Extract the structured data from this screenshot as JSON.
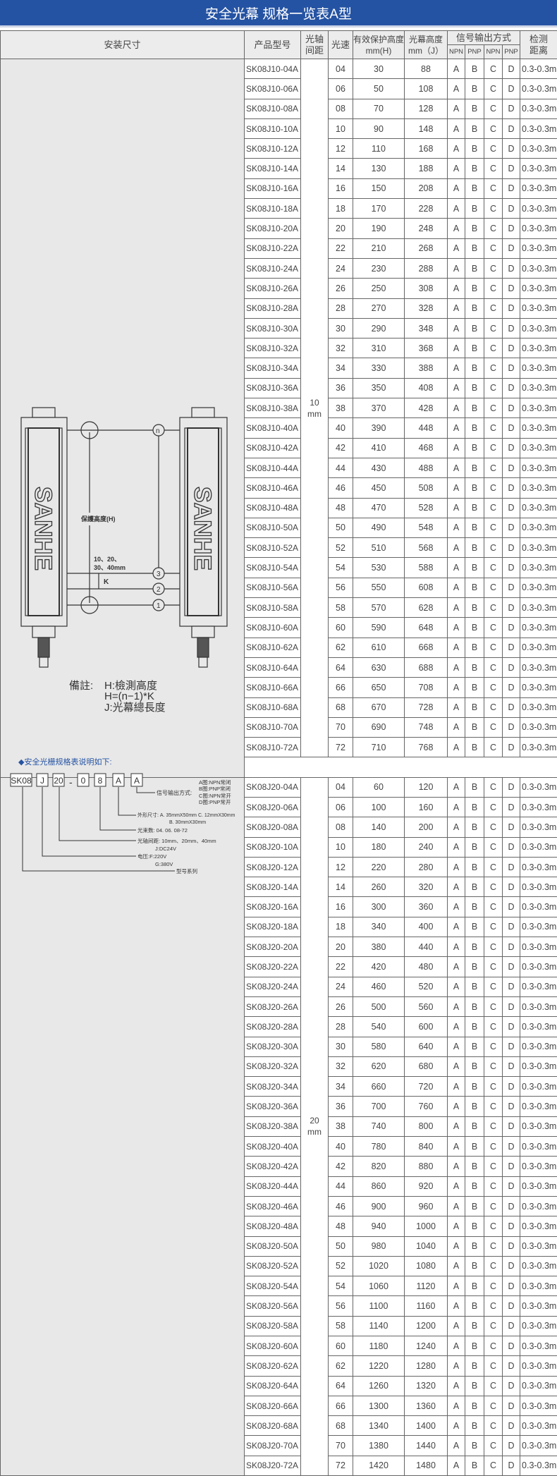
{
  "title": "安全光幕 规格一览表A型",
  "headers": {
    "mount": "安装尺寸",
    "model": "产品型号",
    "pitch": "光轴间距",
    "beams": "光速",
    "height_h": "有效保护高度mm(H)",
    "height_j": "光幕高度mm（J）",
    "output": "信号输出方式",
    "npn": "NPN",
    "pnp": "PNP",
    "distance": "检测距离"
  },
  "outputs": [
    "A",
    "B",
    "C",
    "D"
  ],
  "range": "0.3-0.3m",
  "sections": [
    {
      "pitch": "10 mm",
      "rows": [
        [
          "SK08J10-04A",
          "04",
          "30",
          "88"
        ],
        [
          "SK08J10-06A",
          "06",
          "50",
          "108"
        ],
        [
          "SK08J10-08A",
          "08",
          "70",
          "128"
        ],
        [
          "SK08J10-10A",
          "10",
          "90",
          "148"
        ],
        [
          "SK08J10-12A",
          "12",
          "110",
          "168"
        ],
        [
          "SK08J10-14A",
          "14",
          "130",
          "188"
        ],
        [
          "SK08J10-16A",
          "16",
          "150",
          "208"
        ],
        [
          "SK08J10-18A",
          "18",
          "170",
          "228"
        ],
        [
          "SK08J10-20A",
          "20",
          "190",
          "248"
        ],
        [
          "SK08J10-22A",
          "22",
          "210",
          "268"
        ],
        [
          "SK08J10-24A",
          "24",
          "230",
          "288"
        ],
        [
          "SK08J10-26A",
          "26",
          "250",
          "308"
        ],
        [
          "SK08J10-28A",
          "28",
          "270",
          "328"
        ],
        [
          "SK08J10-30A",
          "30",
          "290",
          "348"
        ],
        [
          "SK08J10-32A",
          "32",
          "310",
          "368"
        ],
        [
          "SK08J10-34A",
          "34",
          "330",
          "388"
        ],
        [
          "SK08J10-36A",
          "36",
          "350",
          "408"
        ],
        [
          "SK08J10-38A",
          "38",
          "370",
          "428"
        ],
        [
          "SK08J10-40A",
          "40",
          "390",
          "448"
        ],
        [
          "SK08J10-42A",
          "42",
          "410",
          "468"
        ],
        [
          "SK08J10-44A",
          "44",
          "430",
          "488"
        ],
        [
          "SK08J10-46A",
          "46",
          "450",
          "508"
        ],
        [
          "SK08J10-48A",
          "48",
          "470",
          "528"
        ],
        [
          "SK08J10-50A",
          "50",
          "490",
          "548"
        ],
        [
          "SK08J10-52A",
          "52",
          "510",
          "568"
        ],
        [
          "SK08J10-54A",
          "54",
          "530",
          "588"
        ],
        [
          "SK08J10-56A",
          "56",
          "550",
          "608"
        ],
        [
          "SK08J10-58A",
          "58",
          "570",
          "628"
        ],
        [
          "SK08J10-60A",
          "60",
          "590",
          "648"
        ],
        [
          "SK08J10-62A",
          "62",
          "610",
          "668"
        ],
        [
          "SK08J10-64A",
          "64",
          "630",
          "688"
        ],
        [
          "SK08J10-66A",
          "66",
          "650",
          "708"
        ],
        [
          "SK08J10-68A",
          "68",
          "670",
          "728"
        ],
        [
          "SK08J10-70A",
          "70",
          "690",
          "748"
        ],
        [
          "SK08J10-72A",
          "72",
          "710",
          "768"
        ]
      ]
    },
    {
      "pitch": "20 mm",
      "rows": [
        [
          "SK08J20-04A",
          "04",
          "60",
          "120"
        ],
        [
          "SK08J20-06A",
          "06",
          "100",
          "160"
        ],
        [
          "SK08J20-08A",
          "08",
          "140",
          "200"
        ],
        [
          "SK08J20-10A",
          "10",
          "180",
          "240"
        ],
        [
          "SK08J20-12A",
          "12",
          "220",
          "280"
        ],
        [
          "SK08J20-14A",
          "14",
          "260",
          "320"
        ],
        [
          "SK08J20-16A",
          "16",
          "300",
          "360"
        ],
        [
          "SK08J20-18A",
          "18",
          "340",
          "400"
        ],
        [
          "SK08J20-20A",
          "20",
          "380",
          "440"
        ],
        [
          "SK08J20-22A",
          "22",
          "420",
          "480"
        ],
        [
          "SK08J20-24A",
          "24",
          "460",
          "520"
        ],
        [
          "SK08J20-26A",
          "26",
          "500",
          "560"
        ],
        [
          "SK08J20-28A",
          "28",
          "540",
          "600"
        ],
        [
          "SK08J20-30A",
          "30",
          "580",
          "640"
        ],
        [
          "SK08J20-32A",
          "32",
          "620",
          "680"
        ],
        [
          "SK08J20-34A",
          "34",
          "660",
          "720"
        ],
        [
          "SK08J20-36A",
          "36",
          "700",
          "760"
        ],
        [
          "SK08J20-38A",
          "38",
          "740",
          "800"
        ],
        [
          "SK08J20-40A",
          "40",
          "780",
          "840"
        ],
        [
          "SK08J20-42A",
          "42",
          "820",
          "880"
        ],
        [
          "SK08J20-44A",
          "44",
          "860",
          "920"
        ],
        [
          "SK08J20-46A",
          "46",
          "900",
          "960"
        ],
        [
          "SK08J20-48A",
          "48",
          "940",
          "1000"
        ],
        [
          "SK08J20-50A",
          "50",
          "980",
          "1040"
        ],
        [
          "SK08J20-52A",
          "52",
          "1020",
          "1080"
        ],
        [
          "SK08J20-54A",
          "54",
          "1060",
          "1120"
        ],
        [
          "SK08J20-56A",
          "56",
          "1100",
          "1160"
        ],
        [
          "SK08J20-58A",
          "58",
          "1140",
          "1200"
        ],
        [
          "SK08J20-60A",
          "60",
          "1180",
          "1240"
        ],
        [
          "SK08J20-62A",
          "62",
          "1220",
          "1280"
        ],
        [
          "SK08J20-64A",
          "64",
          "1260",
          "1320"
        ],
        [
          "SK08J20-66A",
          "66",
          "1300",
          "1360"
        ],
        [
          "SK08J20-68A",
          "68",
          "1340",
          "1400"
        ],
        [
          "SK08J20-70A",
          "70",
          "1380",
          "1440"
        ],
        [
          "SK08J20-72A",
          "72",
          "1420",
          "1480"
        ]
      ]
    }
  ],
  "diagram": {
    "brand": "SANHE",
    "height_label": "保護高度(H)",
    "pitch_line1": "10、20、",
    "pitch_line2": "30、40mm",
    "k": "K",
    "beam_n": "n",
    "beam_3": "3",
    "beam_2": "2",
    "beam_1": "1",
    "note_label": "備註:",
    "note1": "H:檢測高度",
    "note2": "H=(n−1)*K",
    "note3": "J:光幕總長度"
  },
  "legend": {
    "title": "◆安全光栅规格表说明如下:",
    "boxes": [
      "SK08",
      "J",
      "20",
      "0",
      "8",
      "A",
      "A"
    ],
    "dash": "-",
    "output_label": "信号输出方式:",
    "output_a": "A图:NPN常闭",
    "output_b": "B图:PNP常闭",
    "output_c": "C图:NPN常开",
    "output_d": "D图:PNP常开",
    "shape_label": "外形尺寸: A. 35mmX50mm  C. 12mmX30mm",
    "shape_b": "B. 30mmX30mm",
    "beams_label": "光束数: 04. 06. 08-72",
    "pitch_label": "光轴间距: 10mm、20mm、40mm",
    "voltage_j": "J:DC24V",
    "voltage_label": "电压:F:220V",
    "voltage_g": "G:380V",
    "series_label": "型号系列"
  }
}
